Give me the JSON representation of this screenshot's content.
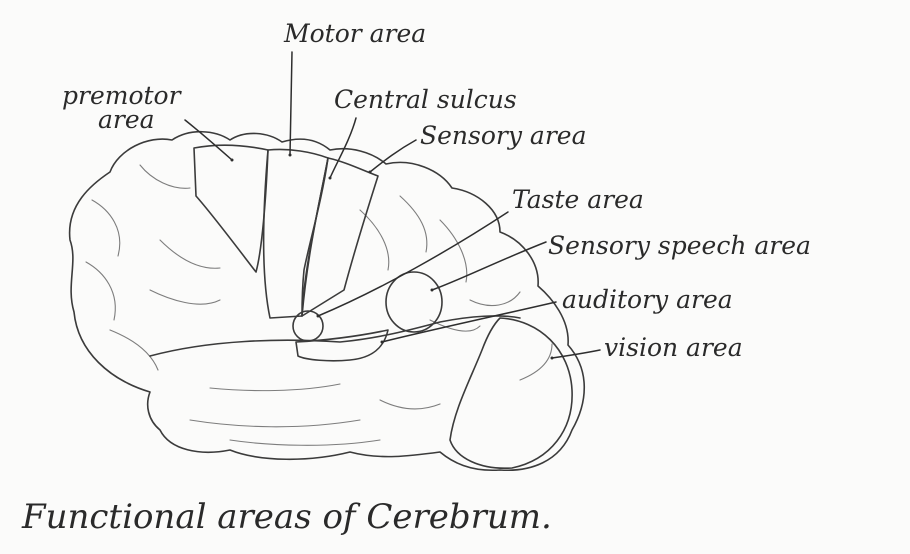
{
  "title": "Functional areas of Cerebrum.",
  "labels": {
    "premotor_line1": "premotor",
    "premotor_line2": "area",
    "motor": "Motor area",
    "central_sulcus": "Central sulcus",
    "sensory": "Sensory area",
    "taste": "Taste area",
    "sensory_speech": "Sensory speech area",
    "auditory": "auditory area",
    "vision": "vision area"
  },
  "colors": {
    "paper": "#fbfbfa",
    "pencil": "#3b3b3b",
    "ink": "#2a2a2a"
  }
}
